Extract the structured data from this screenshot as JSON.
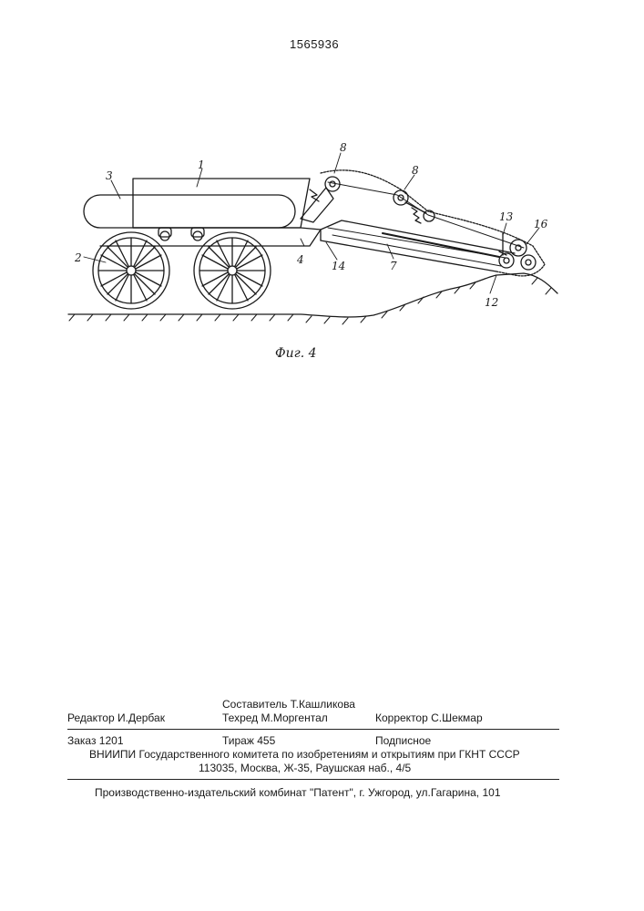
{
  "patent_number": "1565936",
  "figure": {
    "caption": "Фиг. 4",
    "labels": {
      "n1": "1",
      "n2": "2",
      "n3": "3",
      "n4": "4",
      "n7": "7",
      "n8a": "8",
      "n8b": "8",
      "n12": "12",
      "n13": "13",
      "n14": "14",
      "n16": "16"
    }
  },
  "colophon": {
    "editor": "Редактор И.Дербак",
    "compiler": "Составитель Т.Кашликова",
    "techred": "Техред М.Моргентал",
    "corrector": "Корректор С.Шекмар",
    "order": "Заказ 1201",
    "circulation": "Тираж 455",
    "subscription": "Подписное",
    "institute": "ВНИИПИ Государственного комитета по изобретениям и открытиям при ГКНТ СССР",
    "address": "113035, Москва, Ж-35, Раушская наб., 4/5",
    "publisher": "Производственно-издательский комбинат \"Патент\", г. Ужгород, ул.Гагарина, 101"
  }
}
